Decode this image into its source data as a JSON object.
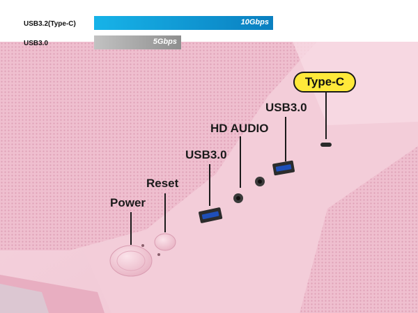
{
  "speeds": [
    {
      "name": "USB3.2(Type-C)",
      "value": "10Gbps",
      "color": "#0a8fcf"
    },
    {
      "name": "USB3.0",
      "value": "5Gbps",
      "color": "#9a9a9a"
    }
  ],
  "labels": {
    "type_c": "Type-C",
    "usb3_right": "USB3.0",
    "hd_audio": "HD AUDIO",
    "usb3_left": "USB3.0",
    "reset": "Reset",
    "power": "Power"
  },
  "colors": {
    "case_pink": "#f2c9d6",
    "mesh_pink": "#eab7c7",
    "highlight_yellow": "#ffe93a",
    "usb_blue": "#1f4fb8"
  }
}
